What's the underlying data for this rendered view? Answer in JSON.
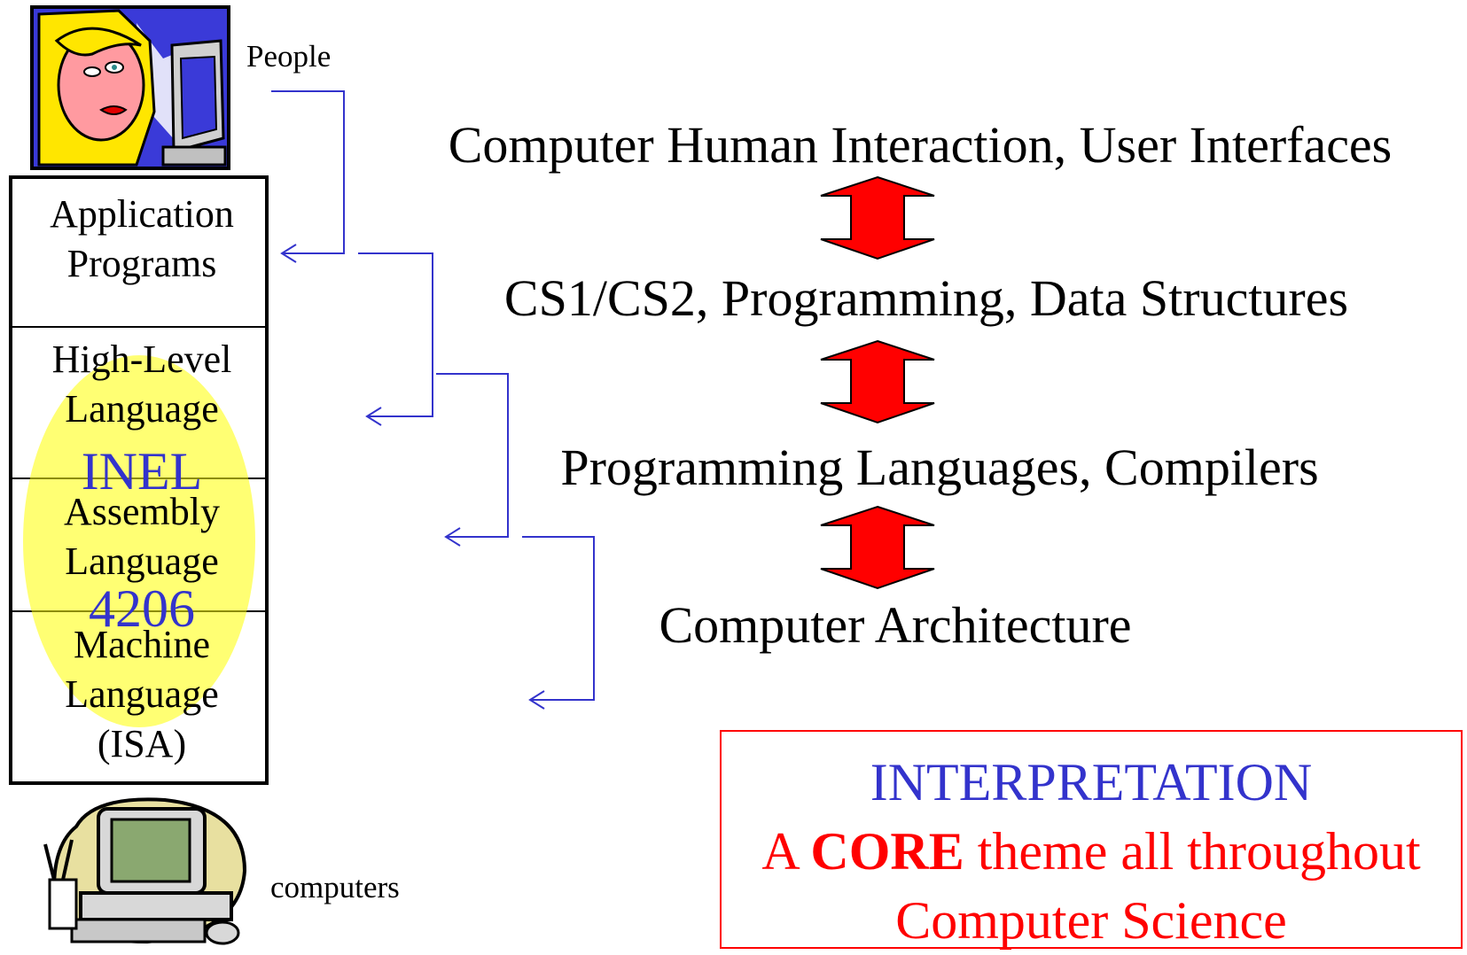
{
  "labels": {
    "people": "People",
    "computers": "computers"
  },
  "stack": {
    "layers": [
      {
        "label": "Application\nPrograms"
      },
      {
        "label": "High-Level\nLanguage"
      },
      {
        "label": "Assembly\nLanguage"
      },
      {
        "label": "Machine\nLanguage\n(ISA)"
      }
    ],
    "course": {
      "line1": "INEL",
      "line2": "4206"
    }
  },
  "topics": [
    "Computer Human Interaction, User Interfaces",
    "CS1/CS2, Programming, Data Structures",
    "Programming Languages, Compilers",
    "Computer Architecture"
  ],
  "interpretation": {
    "title": "INTERPRETATION",
    "line2_prefix": "A ",
    "line2_bold": "CORE",
    "line2_suffix": " theme all throughout",
    "line3": "Computer Science"
  },
  "colors": {
    "connector": "#3333cc",
    "double_arrow": "#ff0000",
    "highlight": "#ffff00",
    "interpretation_title": "#3333cc",
    "interpretation_text": "#ff0000"
  },
  "icons": {
    "top": "woman-at-computer-icon",
    "bottom": "desktop-computer-icon",
    "between_topics": "double-headed-arrow-icon"
  }
}
